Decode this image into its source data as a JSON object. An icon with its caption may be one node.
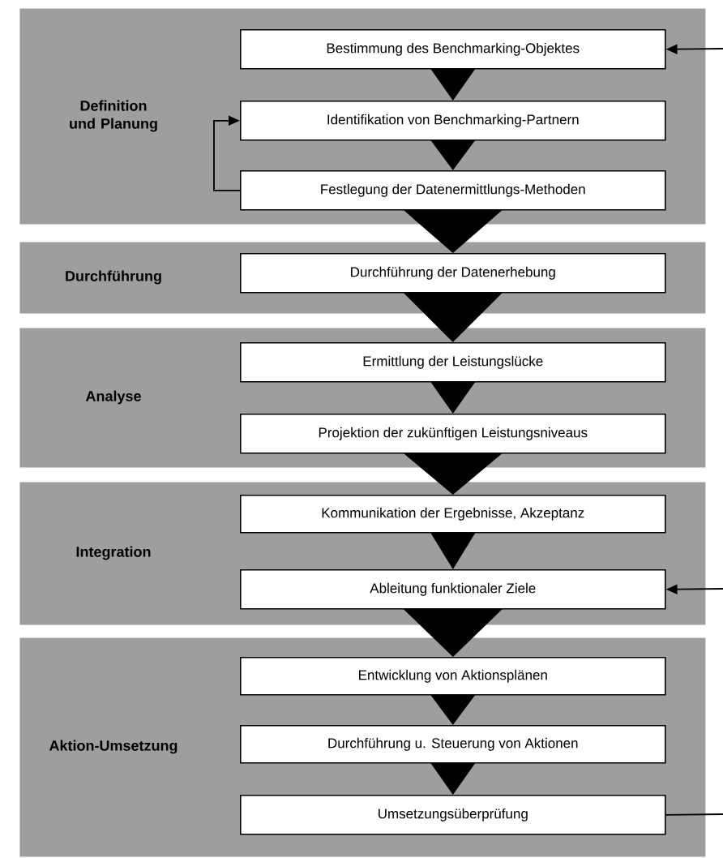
{
  "diagram": {
    "nodes": [
      {
        "text": [
          "Definition und Planung"
        ]
      },
      {
        "text": [
          "Bestimmung des Benchmarking-Objektes"
        ],
        "in": 0
      },
      {
        "text": [
          "Identifikation von Benchmarking-Partnern"
        ],
        "in": 0
      },
      {
        "text": [
          "Festlegung der Datenermittlungs-Methoden"
        ],
        "in": 0
      },
      {
        "text": [
          "Durchführung"
        ]
      },
      {
        "text": [
          "Durchführung der Datenerhebung"
        ],
        "in": 4
      },
      {
        "text": [
          "Analyse"
        ]
      },
      {
        "text": [
          "Ermittlung der Leistungslücke"
        ],
        "in": 6
      },
      {
        "text": [
          "Projektion der zukünftigen Leistungsniveaus"
        ],
        "in": 6
      },
      {
        "text": [
          "Integration"
        ]
      },
      {
        "text": [
          "Kommunikation der Ergebnisse, Akzeptanz"
        ],
        "in": 9
      },
      {
        "text": [
          "Ableitung funktionaler Ziele"
        ],
        "in": 9
      },
      {
        "text": [
          "Aktion-Umsetzung"
        ]
      },
      {
        "text": [
          "Entwicklung von Aktionsplänen"
        ],
        "in": 12
      },
      {
        "text": [
          "Durchführung u. Steuerung von Aktionen"
        ],
        "in": 12
      },
      {
        "text": [
          "Umsetzungsüberprüfung"
        ],
        "in": 12
      }
    ],
    "edges": [
      {
        "from": 1,
        "to": 2,
        "arrow": "to"
      },
      {
        "from": 2,
        "to": 3,
        "arrow": "to"
      },
      {
        "from": 3,
        "to": 2,
        "arrow": "to"
      },
      {
        "from": 3,
        "to": 5,
        "arrow": "to"
      },
      {
        "from": 5,
        "to": 7,
        "arrow": "to"
      },
      {
        "from": 7,
        "to": 8,
        "arrow": "to"
      },
      {
        "from": 8,
        "to": 10,
        "arrow": "to"
      },
      {
        "from": 10,
        "to": 11,
        "arrow": "to"
      },
      {
        "from": 11,
        "to": 13,
        "arrow": "to"
      },
      {
        "from": 13,
        "to": 14,
        "arrow": "to"
      },
      {
        "from": 14,
        "to": 15,
        "arrow": "to"
      },
      {
        "from": null,
        "to": 1,
        "arrow": "to"
      },
      {
        "from": null,
        "to": 11,
        "arrow": "to"
      },
      {
        "from": 15,
        "to": null,
        "arrow": "none"
      }
    ]
  }
}
